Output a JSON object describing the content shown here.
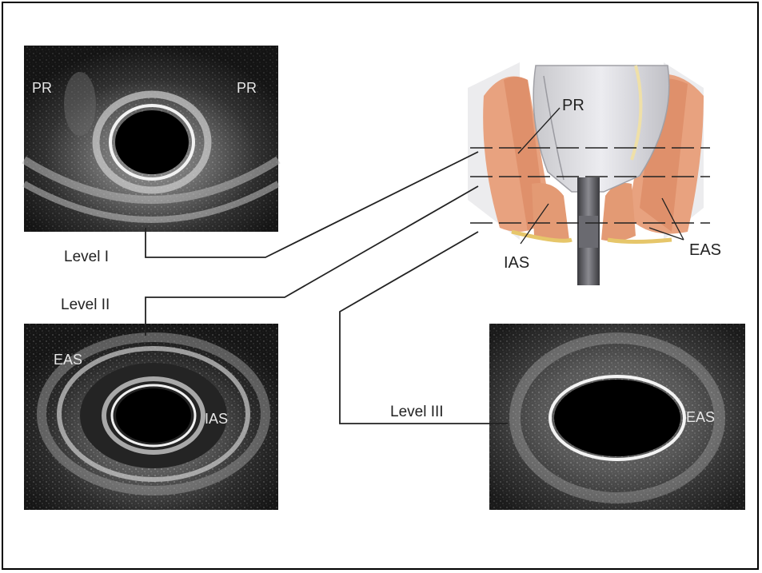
{
  "ultrasound_level1": {
    "label_left": "PR",
    "label_right": "PR"
  },
  "ultrasound_level2": {
    "label_eas": "EAS",
    "label_ias": "IAS"
  },
  "ultrasound_level3": {
    "label_eas": "EAS"
  },
  "levels": {
    "level1": "Level I",
    "level2": "Level II",
    "level3": "Level III"
  },
  "anatomy": {
    "pr": "PR",
    "ias": "IAS",
    "eas": "EAS"
  },
  "colors": {
    "muscle": "#e8a27f",
    "muscle_dark": "#d9835e",
    "mucosa": "#d8d8dc",
    "line": "#222222",
    "probe": "#5a5a5e"
  }
}
